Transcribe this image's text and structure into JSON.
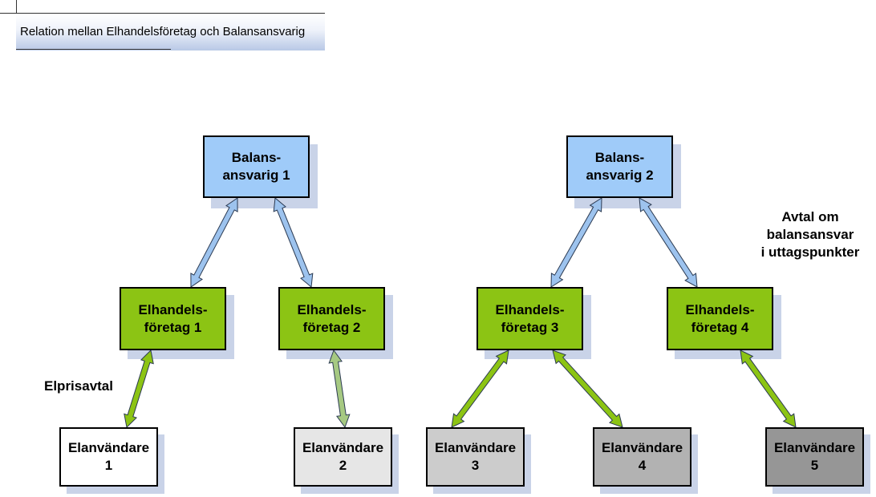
{
  "title": "Relation mellan Elhandelsföretag och Balansansvarig",
  "colors": {
    "balance_fill": "#9fcbf9",
    "retailer_fill": "#8cc414",
    "blue_arrow": "#9dc3ee",
    "green_arrow": "#8cc414",
    "light_green_arrow": "#a6c982",
    "consumer_fills": [
      "#ffffff",
      "#e6e6e6",
      "#cccccc",
      "#b2b2b2",
      "#969696"
    ]
  },
  "balance": [
    {
      "label": "Balans-\nansvarig 1"
    },
    {
      "label": "Balans-\nansvarig 2"
    }
  ],
  "retailers": [
    {
      "label": "Elhandels-\nföretag 1"
    },
    {
      "label": "Elhandels-\nföretag 2"
    },
    {
      "label": "Elhandels-\nföretag 3"
    },
    {
      "label": "Elhandels-\nföretag 4"
    }
  ],
  "consumers": [
    {
      "label": "Elanvändare\n1"
    },
    {
      "label": "Elanvändare\n2"
    },
    {
      "label": "Elanvändare\n3"
    },
    {
      "label": "Elanvändare\n4"
    },
    {
      "label": "Elanvändare\n5"
    }
  ],
  "annotations": {
    "price_contract": "Elprisavtal",
    "balance_contract": "Avtal om\nbalansansvar\ni uttagspunkter"
  }
}
